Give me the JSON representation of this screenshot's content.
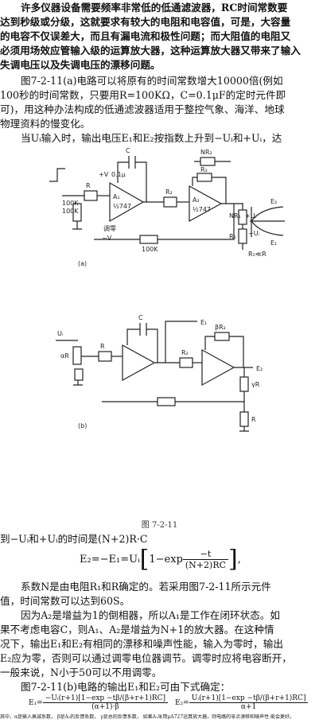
{
  "para1": [
    "许多仪器设备需要频率非常低的低通滤波器，RC时间常数要",
    "达到秒级或分级，这就要求有较大的电阻和电容值，可是，大容量",
    "的电容不仅误差大，而且有漏电流和极性问题；而大阻值的电阻又",
    "必须用场效应管输入级的运算放大器，这种运算放大器又带来了输入",
    "失调电压以及失调电压的漂移问题。"
  ],
  "para2": [
    "图7-2-11(a)电路可以将原有的时间常数增大10000倍(例如",
    "100秒的时间常数，只要用R=100KΩ，C=0.1μF的定时元件即",
    "可)，用这种办法构成的低通滤波器适用于整控气象、海洋、地球",
    "物理资料的慢变化。",
    "当Uᵢ输入时，输出电压E₁和E₂按指数上升到−Uᵢ和+Uᵢ，达"
  ],
  "figure": {
    "a": {
      "labels": {
        "c": "C",
        "c_val": "0.1μ",
        "r_in": "R",
        "r_in_val": "100K",
        "r100k_1": "100K",
        "r100k_2": "100K",
        "a1": "A₁",
        "a1_name": "½747",
        "a2": "A₂",
        "a2_name": "½747",
        "r1": "R₁",
        "r2": "R₂",
        "nr2": "NR₂",
        "r3": "R₃",
        "r4": "R₄",
        "nr1": "NR₁",
        "e1": "E₁",
        "e2": "E₂",
        "ui_pos": "+Uᵢ",
        "ui_neg": "−Uᵢ",
        "tr": "调零",
        "cond": "R₁≪R",
        "neg_v": "−V",
        "pos_v": "+V",
        "caption": "(a)"
      }
    },
    "b": {
      "labels": {
        "ui": "Uᵢ",
        "alpha_r": "αR",
        "r": "R",
        "c": "C",
        "br2": "βR₂",
        "e1": "E₁",
        "e2": "E₂",
        "r2": "R₂",
        "gr": "γR",
        "r_bot": "R",
        "caption": "(b)"
      }
    },
    "caption": "图 7-2-11"
  },
  "para3": "到−Uᵢ和+Uᵢ的时间是(N+2)R·C",
  "eq1": {
    "lhs": "E₂=−E₁=Uᵢ",
    "inner": "1−exp",
    "num": "−t",
    "den": "(N+2)RC"
  },
  "para4": [
    "系数N是由电阻R₁和R确定的。若采用图7-2-11所示元件",
    "值，时间常数可以达到60S。",
    "因为A₂是增益为1的倒相器，所以A₁是工作在闭环状态。如",
    "果不考虑电容C，则A₁、A₂是增益为N+1的放大器。在这种情",
    "况下，输出E₁和E₂有相同的漂移和噪声性能，输入为零时，输出",
    "E₂应为零，否则可以通过调零电位器调节。调零时应将电容断开，",
    "一般来说，N小于50可以不用调零。",
    "图7-2-11(b)电路的输出E₁和E₂可由下式确定："
  ],
  "eq2": {
    "lhs": "E₁=",
    "num_pre": "−Uᵢ(r+1)",
    "inner": "1−exp",
    "inner_num": "−tβ",
    "inner_den": "(β+r+1)RC",
    "den": "(α+1)·β"
  },
  "eq3": {
    "lhs": "E₂=",
    "num_pre": "Uᵢ(r+1)",
    "inner": "1−exp",
    "inner_num": "−tβ",
    "inner_den": "(β+r+1)RC",
    "den": "α+1"
  },
  "para5": [
    "其中，α是输入衰减系数，",
    "β是A₂的反馈系数，",
    "γ是总的反馈系数，",
    "如果A₁采用μA727运算放大器，则电路的零点漂移和噪声性",
    "能会更好。"
  ]
}
